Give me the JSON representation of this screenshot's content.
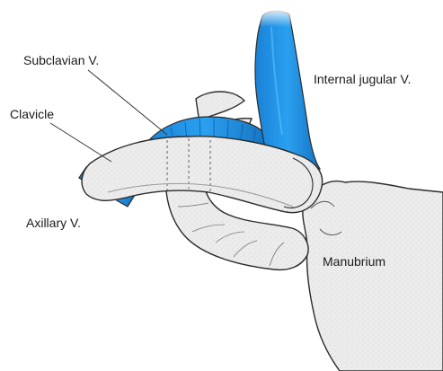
{
  "labels": {
    "subclavian": "Subclavian V.",
    "internal_jugular": "Internal jugular V.",
    "clavicle": "Clavicle",
    "axillary": "Axillary V.",
    "manubrium": "Manubrium"
  },
  "colors": {
    "vein": "#1f8ee0",
    "vein_dark": "#1570b8",
    "bone": "#e9e9e9",
    "bone_shade": "#cfcfcf",
    "outline": "#2b2b2b",
    "leader": "#333333"
  }
}
